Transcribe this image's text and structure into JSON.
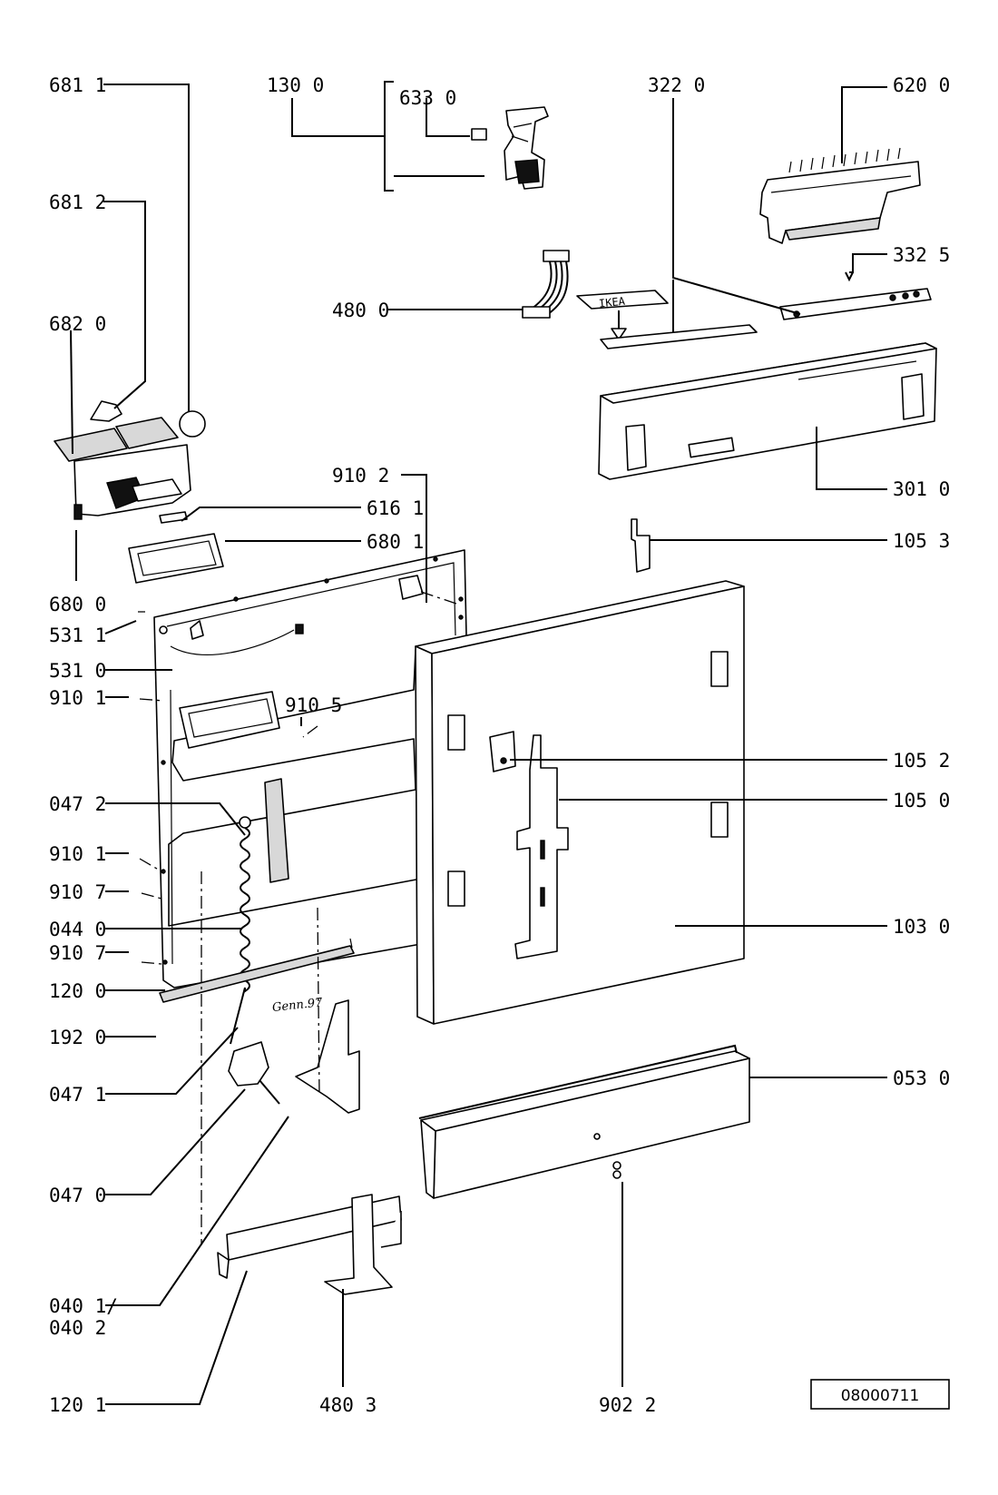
{
  "drawing_number": "08000711",
  "callouts": {
    "c681_1": "681 1",
    "c130_0": "130 0",
    "c633_0": "633 0",
    "c322_0": "322 0",
    "c620_0": "620 0",
    "c681_2": "681 2",
    "c332_5": "332 5",
    "c480_0": "480 0",
    "c682_0": "682 0",
    "c910_2": "910 2",
    "c616_1": "616 1",
    "c680_1": "680 1",
    "c301_0": "301 0",
    "c105_3": "105 3",
    "c680_0": "680 0",
    "c531_1": "531 1",
    "c531_0": "531 0",
    "c910_1a": "910 1",
    "c910_5": "910 5",
    "c105_2": "105 2",
    "c105_0": "105 0",
    "c047_2": "047 2",
    "c910_1b": "910 1",
    "c910_7a": "910 7",
    "c044_0": "044 0",
    "c910_7b": "910 7",
    "c103_0": "103 0",
    "c120_0": "120 0",
    "c192_0": "192 0",
    "c047_1": "047 1",
    "c053_0": "053 0",
    "c047_0": "047 0",
    "c040_1": "040 1/",
    "c040_2": "040 2",
    "c120_1": "120 1",
    "c480_3": "480 3",
    "c902_2": "902 2"
  },
  "part_markings": {
    "ikea_label": "IKEA",
    "handwritten_date": "Genn.97"
  },
  "icons": [
    "ikea-label-icon",
    "arrow-down-icon",
    "screw-icon",
    "spring-icon"
  ]
}
